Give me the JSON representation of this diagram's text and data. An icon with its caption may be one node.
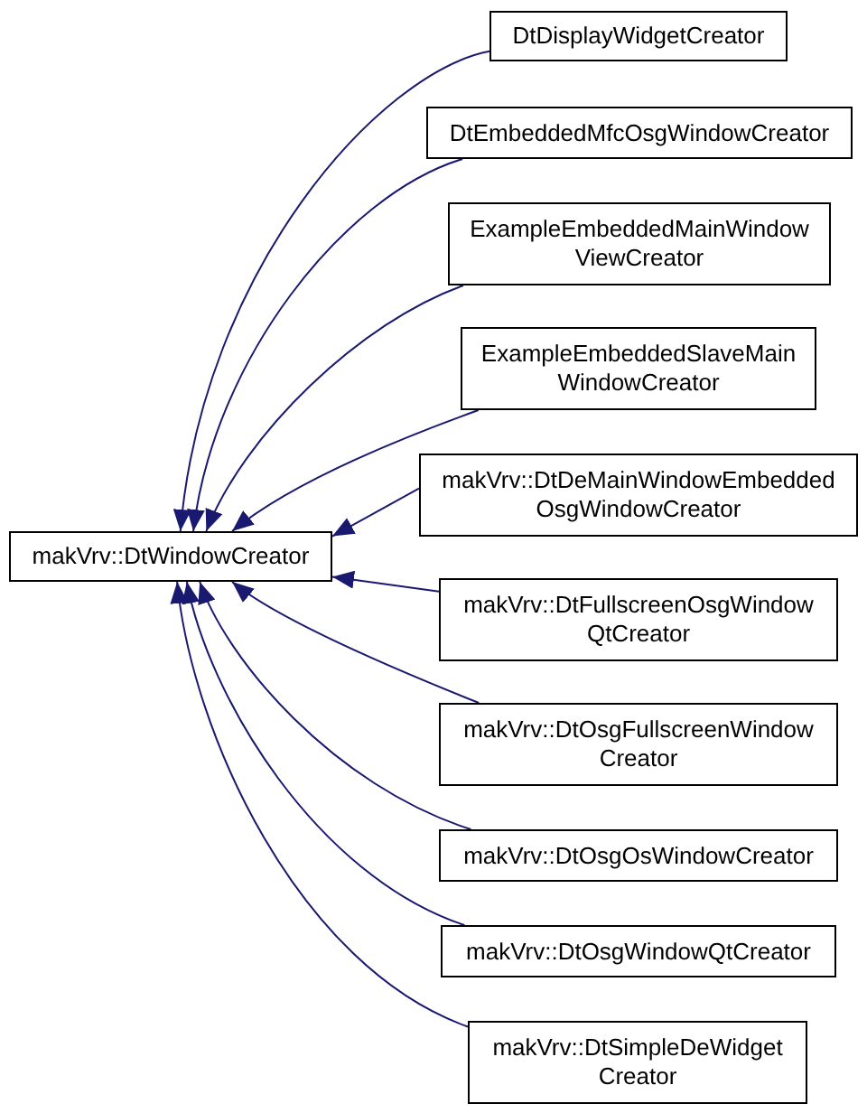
{
  "diagram": {
    "nodes": [
      {
        "text": [
          "makVrv::DtWindowCreator"
        ]
      },
      {
        "text": [
          "DtDisplayWidgetCreator"
        ]
      },
      {
        "text": [
          "DtEmbeddedMfcOsgWindowCreator"
        ]
      },
      {
        "text": [
          "ExampleEmbeddedMainWindow ViewCreator"
        ]
      },
      {
        "text": [
          "ExampleEmbeddedSlaveMain WindowCreator"
        ]
      },
      {
        "text": [
          "makVrv::DtDeMainWindowEmbedded OsgWindowCreator"
        ]
      },
      {
        "text": [
          "makVrv::DtFullscreenOsgWindow QtCreator"
        ]
      },
      {
        "text": [
          "makVrv::DtOsgFullscreenWindow Creator"
        ]
      },
      {
        "text": [
          "makVrv::DtOsgOsWindowCreator"
        ]
      },
      {
        "text": [
          "makVrv::DtOsgWindowQtCreator"
        ]
      },
      {
        "text": [
          "makVrv::DtSimpleDeWidget Creator"
        ]
      }
    ],
    "edges": [
      {
        "from": 1,
        "to": 0,
        "arrow": "to"
      },
      {
        "from": 2,
        "to": 0,
        "arrow": "to"
      },
      {
        "from": 3,
        "to": 0,
        "arrow": "to"
      },
      {
        "from": 4,
        "to": 0,
        "arrow": "to"
      },
      {
        "from": 5,
        "to": 0,
        "arrow": "to"
      },
      {
        "from": 6,
        "to": 0,
        "arrow": "to"
      },
      {
        "from": 7,
        "to": 0,
        "arrow": "to"
      },
      {
        "from": 8,
        "to": 0,
        "arrow": "to"
      },
      {
        "from": 9,
        "to": 0,
        "arrow": "to"
      },
      {
        "from": 10,
        "to": 0,
        "arrow": "to"
      }
    ]
  }
}
